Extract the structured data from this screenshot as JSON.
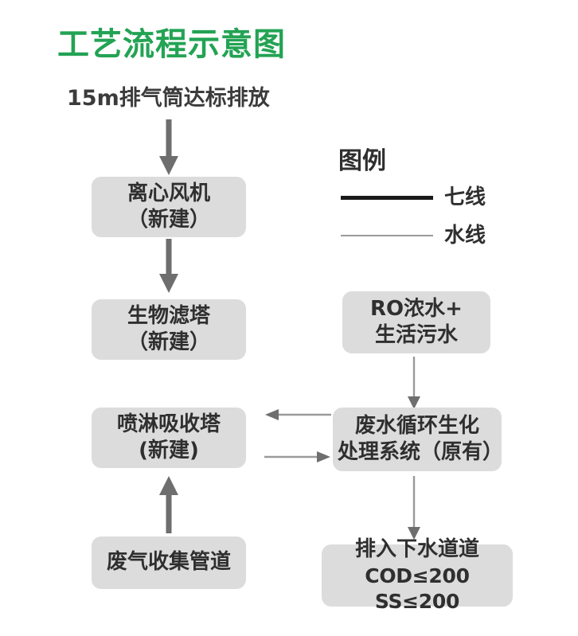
{
  "diagram": {
    "title": "工艺流程示意图",
    "subtitle": "15m排气筒达标排放",
    "title_color": "#23a354",
    "box_color": "#dcdcdc",
    "gas_line_color": "#6e6e6e",
    "water_line_color": "#9a9a9a"
  },
  "legend": {
    "heading": "图例",
    "entries": [
      {
        "label": "七线",
        "style": "thick",
        "color": "#1a1a1a"
      },
      {
        "label": "水线",
        "style": "thin",
        "color": "#9a9a9a"
      }
    ]
  },
  "nodes": {
    "centrifugal_fan": {
      "line1": "离心风机",
      "line2": "（新建）"
    },
    "biofilter_tower": {
      "line1": "生物滤塔",
      "line2": "（新建）"
    },
    "spray_absorption_tower": {
      "line1": "喷淋吸收塔",
      "line2": "(新建)"
    },
    "waste_gas_collection_duct": {
      "line1": "废气收集管道",
      "line2": ""
    },
    "ro_concentrate": {
      "line1": "RO浓水+",
      "line2": "生活污水"
    },
    "wastewater_biochem_system": {
      "line1": "废水循环生化",
      "line2": "处理系统（原有）"
    },
    "sewer_discharge": {
      "line1": "排入下水道道",
      "line2": "COD≤200  SS≤200"
    }
  }
}
